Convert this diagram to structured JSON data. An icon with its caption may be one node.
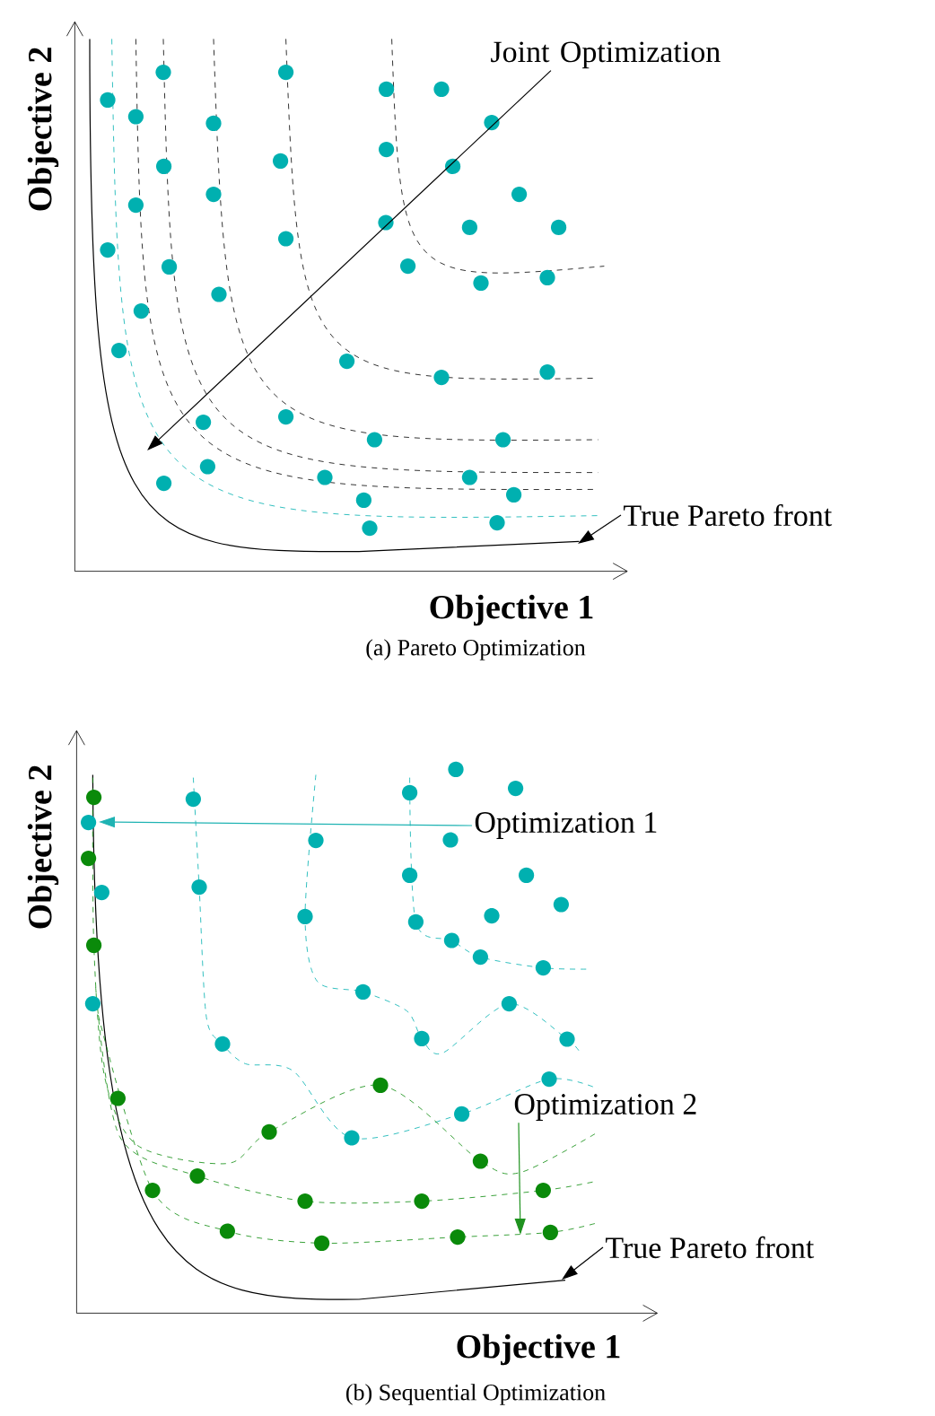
{
  "diagram": {
    "nodes": [
      {
        "text": [
          "Joint Optimization"
        ]
      },
      {
        "text": [
          "True Pareto front"
        ]
      },
      {
        "text": [
          "Optimization 1"
        ]
      },
      {
        "text": [
          "Optimization 2"
        ]
      },
      {
        "text": [
          "True Pareto front"
        ]
      }
    ],
    "edges": [
      {
        "from": 0,
        "to": null,
        "arrow": "to"
      },
      {
        "from": 1,
        "to": null,
        "arrow": "to"
      },
      {
        "from": 2,
        "to": null,
        "arrow": "to",
        "color": "#1fb3b3"
      },
      {
        "from": 3,
        "to": null,
        "arrow": "to",
        "color": "#1f921f"
      },
      {
        "from": 4,
        "to": null,
        "arrow": "to"
      }
    ],
    "labels": [
      "Objective 2",
      "Objective 1",
      "(a)  Pareto Optimization",
      "Objective 2",
      "Objective 1",
      "(b)  Sequential Optimization"
    ]
  }
}
